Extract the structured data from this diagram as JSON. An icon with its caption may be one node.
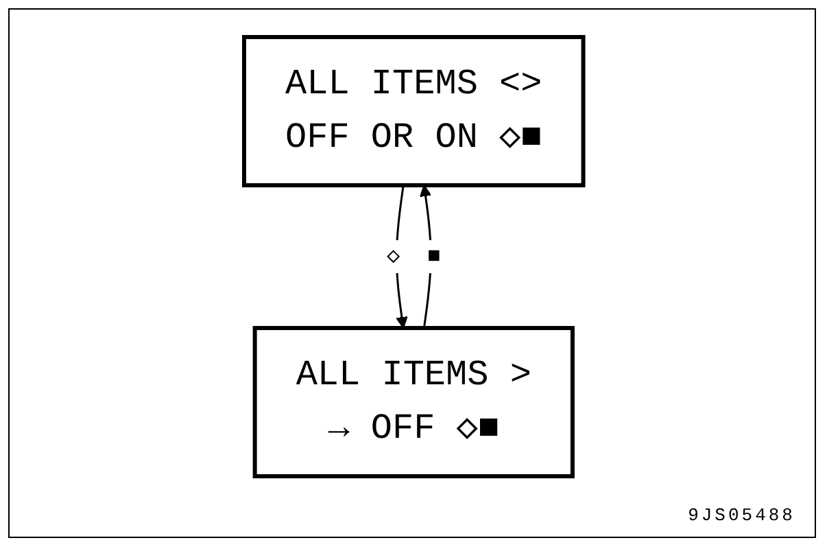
{
  "diagram": {
    "nodes": [
      {
        "text": [
          "ALL ITEMS <>",
          "OFF OR ON ◇■"
        ]
      },
      {
        "text": [
          "ALL ITEMS >",
          "→ OFF ◇■"
        ]
      }
    ],
    "edges": [
      {
        "from": 0,
        "to": 1,
        "arrow": "to",
        "label": "◇"
      },
      {
        "from": 1,
        "to": 0,
        "arrow": "to",
        "label": "■"
      }
    ],
    "labels": [
      "9JS05488"
    ]
  }
}
